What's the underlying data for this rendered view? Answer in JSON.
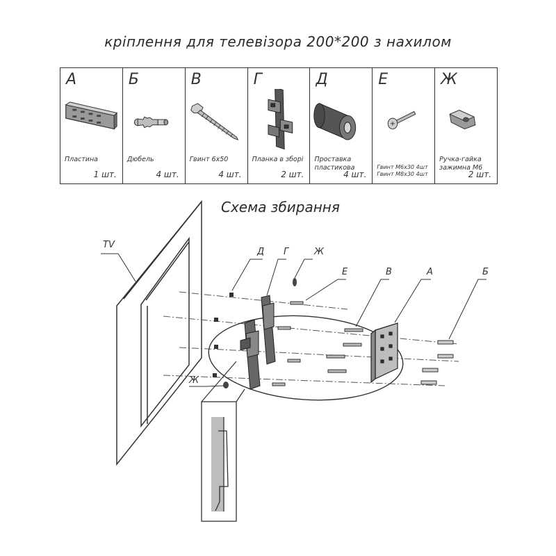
{
  "title": "кріплення для телевізора 200*200 з нахилом",
  "parts": [
    {
      "letter": "А",
      "name": "Пластина",
      "qty": "1 шт.",
      "icon": "plate-icon"
    },
    {
      "letter": "Б",
      "name": "Дюбель",
      "qty": "4 шт.",
      "icon": "dowel-icon"
    },
    {
      "letter": "В",
      "name": "Гвинт 6х50",
      "qty": "4 шт.",
      "icon": "screw-icon"
    },
    {
      "letter": "Г",
      "name": "Планка в зборі",
      "qty": "2 шт.",
      "icon": "bracket-icon"
    },
    {
      "letter": "Д",
      "name": "Проставка\nпластикова",
      "qty": "4 шт.",
      "icon": "spacer-icon"
    },
    {
      "letter": "Е",
      "name": "Гвинт М6х30  4шт\nГвинт М8х30 4шт",
      "qty": "",
      "icon": "bolt-icon"
    },
    {
      "letter": "Ж",
      "name": "Ручка-гайка\nзажимна М6",
      "qty": "2 шт.",
      "icon": "wing-nut-icon"
    }
  ],
  "scheme": {
    "title": "Схема збирання",
    "labels": {
      "tv": "TV",
      "d": "Д",
      "g": "Г",
      "zh_top": "Ж",
      "e": "Е",
      "v": "В",
      "a": "А",
      "b": "Б",
      "zh_bottom": "Ж"
    }
  }
}
